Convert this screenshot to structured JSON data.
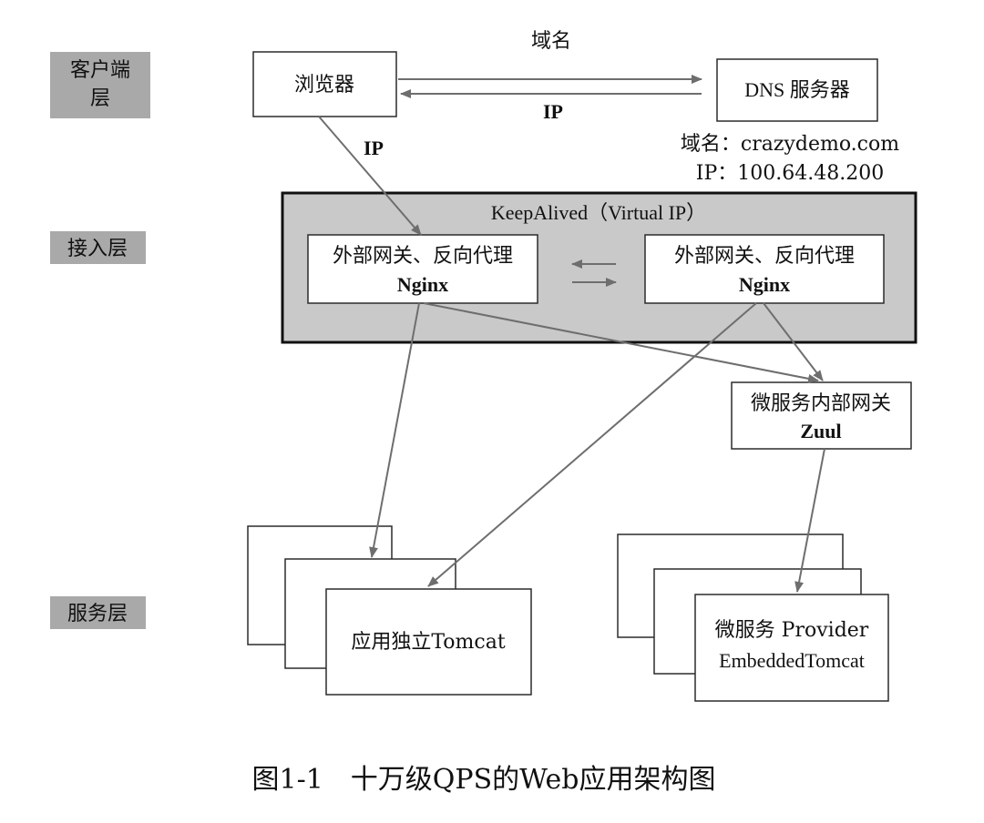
{
  "layers": {
    "client_line1": "客户端",
    "client_line2": "层",
    "access": "接入层",
    "service": "服务层"
  },
  "client": {
    "browser": "浏览器",
    "dns_server": "DNS 服务器",
    "domain_arrow_label": "域名",
    "ip_arrow_label": "IP",
    "browser_ip_label": "IP",
    "dns_domain_note": "域名：crazydemo.com",
    "dns_ip_note": "IP：100.64.48.200"
  },
  "access": {
    "keepalived_title": "KeepAlived（Virtual IP）",
    "nginx_left": {
      "line1": "外部网关、反向代理",
      "line2": "Nginx"
    },
    "nginx_right": {
      "line1": "外部网关、反向代理",
      "line2": "Nginx"
    }
  },
  "service": {
    "zuul": {
      "line1": "微服务内部网关",
      "line2": "Zuul"
    },
    "tomcat": "应用独立Tomcat",
    "provider": {
      "line1": "微服务 Provider",
      "line2": "EmbeddedTomcat"
    }
  },
  "caption": "图1-1　十万级QPS的Web应用架构图",
  "colors": {
    "layer_label_bg": "#a9a9a9",
    "keepalived_bg": "#c9c9c9",
    "arrow": "#6e6e6e"
  }
}
